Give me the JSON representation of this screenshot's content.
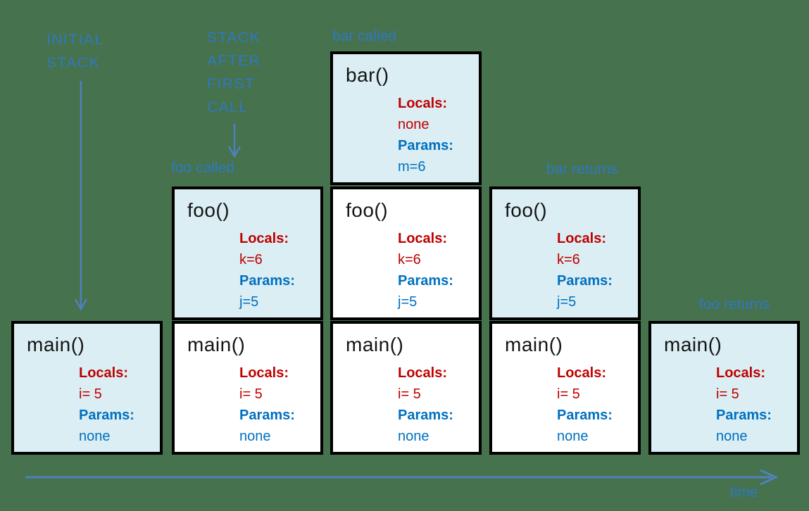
{
  "labels": {
    "initial_stack_line1": "INITIAL",
    "initial_stack_line2": "STACK",
    "stack_after_line1": "STACK",
    "stack_after_line2": "AFTER",
    "stack_after_line3": "FIRST",
    "stack_after_line4": "CALL",
    "foo_called": "foo called",
    "bar_called": "bar called",
    "bar_returns": "bar returns",
    "foo_returns": "foo returns",
    "time": "time"
  },
  "colors": {
    "background": "#47724E",
    "frame_highlight_fill": "#DAEEF3",
    "frame_normal_fill": "#FFFFFF",
    "frame_border": "#000000",
    "locals_red": "#C00000",
    "params_blue": "#0070C0",
    "annotation_blue": "#2E79C0",
    "arrow_blue": "#4F81BD"
  },
  "boxes": [
    {
      "title": "main()",
      "locals_label": "Locals:",
      "locals_value": "i= 5",
      "params_label": "Params:",
      "params_value": "none"
    },
    {
      "title": "foo()",
      "locals_label": "Locals:",
      "locals_value": "k=6",
      "params_label": "Params:",
      "params_value": "j=5"
    },
    {
      "title": "main()",
      "locals_label": "Locals:",
      "locals_value": "i= 5",
      "params_label": "Params:",
      "params_value": "none"
    },
    {
      "title": "bar()",
      "locals_label": "Locals:",
      "locals_value": "none",
      "params_label": "Params:",
      "params_value": "m=6"
    },
    {
      "title": "foo()",
      "locals_label": "Locals:",
      "locals_value": "k=6",
      "params_label": "Params:",
      "params_value": "j=5"
    },
    {
      "title": "main()",
      "locals_label": "Locals:",
      "locals_value": "i= 5",
      "params_label": "Params:",
      "params_value": "none"
    },
    {
      "title": "foo()",
      "locals_label": "Locals:",
      "locals_value": "k=6",
      "params_label": "Params:",
      "params_value": "j=5"
    },
    {
      "title": "main()",
      "locals_label": "Locals:",
      "locals_value": "i= 5",
      "params_label": "Params:",
      "params_value": "none"
    },
    {
      "title": "main()",
      "locals_label": "Locals:",
      "locals_value": "i= 5",
      "params_label": "Params:",
      "params_value": "none"
    }
  ]
}
